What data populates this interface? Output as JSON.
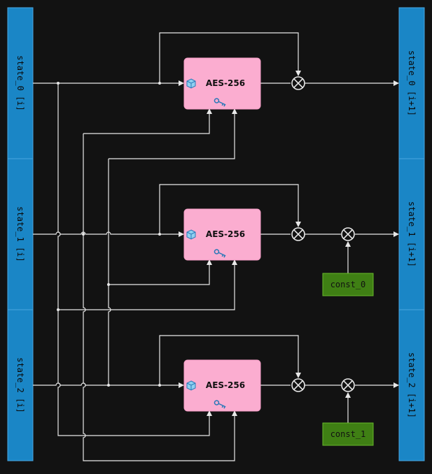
{
  "inputs": [
    {
      "label": "state_0 [i]"
    },
    {
      "label": "state_1 [i]"
    },
    {
      "label": "state_2 [i]"
    }
  ],
  "outputs": [
    {
      "label": "state_0 [i+1]"
    },
    {
      "label": "state_1 [i+1]"
    },
    {
      "label": "state_2 [i+1]"
    }
  ],
  "aes_blocks": [
    {
      "label": "AES-256",
      "icon_cube": "cube-icon",
      "icon_key": "key-icon"
    },
    {
      "label": "AES-256",
      "icon_cube": "cube-icon",
      "icon_key": "key-icon"
    },
    {
      "label": "AES-256",
      "icon_cube": "cube-icon",
      "icon_key": "key-icon"
    }
  ],
  "constants": [
    {
      "label": "const_0"
    },
    {
      "label": "const_1"
    }
  ],
  "colors": {
    "state_column": "#1a86c6",
    "aes_block": "#fbadd0",
    "const_block": "#3f7f14",
    "background": "#121212",
    "wire": "#e8e8e8"
  }
}
